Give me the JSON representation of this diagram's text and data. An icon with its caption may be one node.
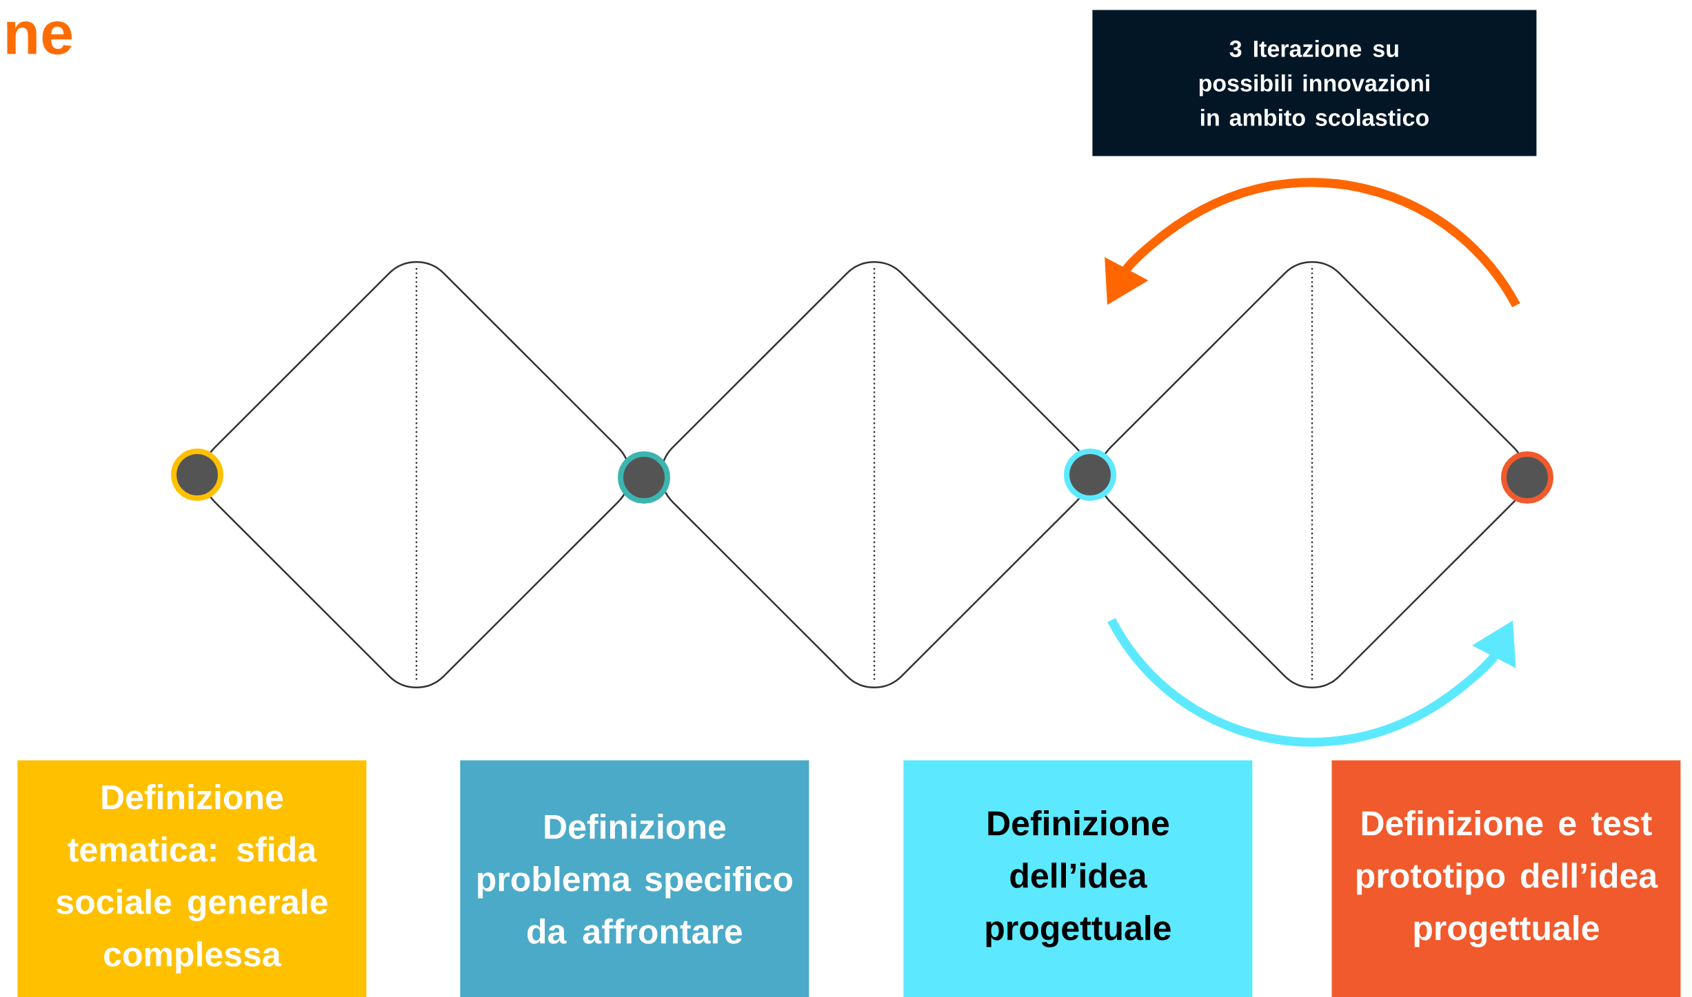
{
  "diagram": {
    "title": "ne",
    "nodes": [
      {
        "text": [
          "3 Iterazione su possibili innovazioni in ambito scolastico"
        ]
      },
      {
        "text": [],
        "shape": "circle"
      },
      {
        "text": [],
        "shape": "circle"
      },
      {
        "text": [],
        "shape": "circle"
      },
      {
        "text": [],
        "shape": "circle"
      },
      {
        "text": [
          "Definizione tematica: sfida sociale generale complessa"
        ]
      },
      {
        "text": [
          "Definizione problema specifico da affrontare"
        ]
      },
      {
        "text": [
          "Definizione dell’idea progettuale"
        ]
      },
      {
        "text": [
          "Definizione e test prototipo dell’idea progettuale"
        ]
      }
    ]
  }
}
